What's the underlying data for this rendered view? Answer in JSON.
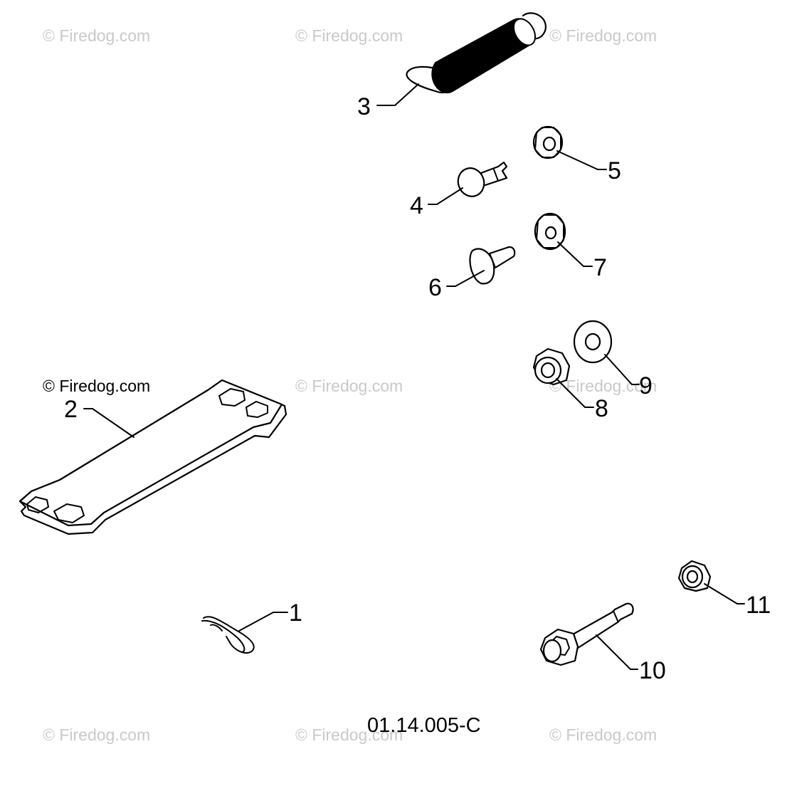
{
  "drawing": {
    "code": "01.14.005-C",
    "watermark": "© Firedog.com",
    "watermark_prominent": "© Firedog.com"
  },
  "callouts": {
    "c1": "1",
    "c2": "2",
    "c3": "3",
    "c4": "4",
    "c5": "5",
    "c6": "6",
    "c7": "7",
    "c8": "8",
    "c9": "9",
    "c10": "10",
    "c11": "11"
  },
  "colors": {
    "line": "#000000",
    "watermark": "#c9c9c9",
    "background": "#ffffff"
  }
}
